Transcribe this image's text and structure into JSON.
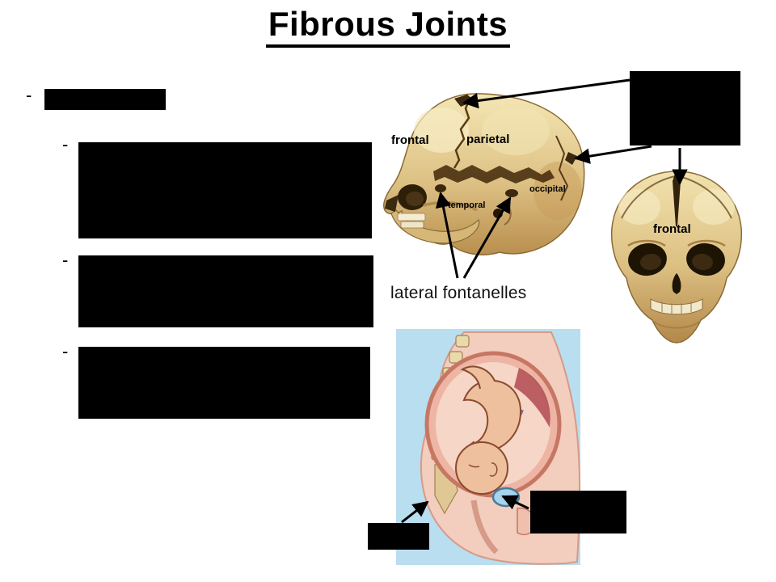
{
  "title": "Fibrous Joints",
  "outline": {
    "dash": "-",
    "items": [
      {
        "type": "redacted-box",
        "level": 1
      },
      {
        "type": "redacted-box",
        "level": 2
      },
      {
        "type": "redacted-box",
        "level": 2
      },
      {
        "type": "redacted-box",
        "level": 2
      }
    ]
  },
  "lateral_skull": {
    "labels": {
      "frontal": "frontal",
      "parietal": "parietal",
      "occipital": "occipital",
      "temporal": "temporal"
    },
    "caption": "lateral fontanelles"
  },
  "frontal_skull": {
    "label": "frontal"
  },
  "colors": {
    "background": "#ffffff",
    "text": "#000000",
    "redaction": "#000000",
    "bone_light": "#f4e6b4",
    "bone_mid": "#ddc184",
    "bone_dark": "#b98f4e",
    "suture": "#4a3010",
    "fetus_background": "#b9def0",
    "tissue_pink": "#f3cdbd",
    "uterus_pink": "#eeb5a4",
    "symphysis_blue": "#a6d4ea"
  }
}
